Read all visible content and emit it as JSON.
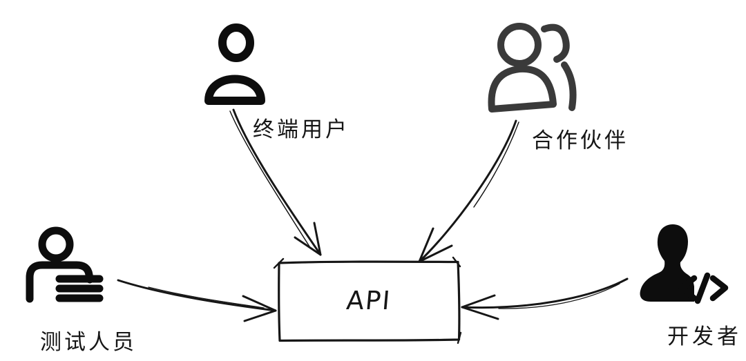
{
  "diagram": {
    "center": {
      "label": "API"
    },
    "actors": [
      {
        "id": "end-user",
        "label": "终端用户",
        "icon": "person-outline-icon"
      },
      {
        "id": "partner",
        "label": "合作伙伴",
        "icon": "people-outline-icon"
      },
      {
        "id": "tester",
        "label": "测试人员",
        "icon": "person-checklist-icon"
      },
      {
        "id": "developer",
        "label": "开发者",
        "icon": "developer-bust-code-icon"
      }
    ],
    "connections": [
      {
        "from": "终端用户",
        "to": "API"
      },
      {
        "from": "合作伙伴",
        "to": "API"
      },
      {
        "from": "测试人员",
        "to": "API"
      },
      {
        "from": "开发者",
        "to": "API"
      }
    ],
    "colors": {
      "ink": "#161616",
      "partner_icon": "#3a3a3a",
      "background": "#ffffff"
    }
  }
}
